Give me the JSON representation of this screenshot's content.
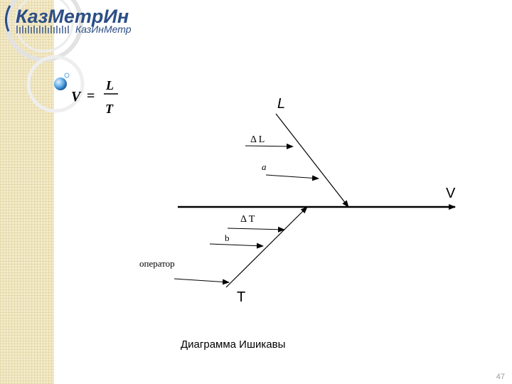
{
  "logo": {
    "title": "КазМетрИн",
    "subtitle": "КазИнМетр"
  },
  "formula": {
    "lhs": "V",
    "equals": "=",
    "numerator": "L",
    "denominator": "T"
  },
  "diagram": {
    "head_label": "V",
    "top_label": "L",
    "delta_l_label": "Δ L",
    "a_label": "a",
    "delta_t_label": "Δ T",
    "b_label": "b",
    "operator_label": "оператор",
    "bottom_label": "T"
  },
  "caption": "Диаграмма Ишикавы",
  "page_number": "47",
  "colors": {
    "sidebar": "#f3ebc9",
    "logo_blue": "#2c4e85",
    "bubble": "#5aa9e6",
    "line": "#000000"
  }
}
